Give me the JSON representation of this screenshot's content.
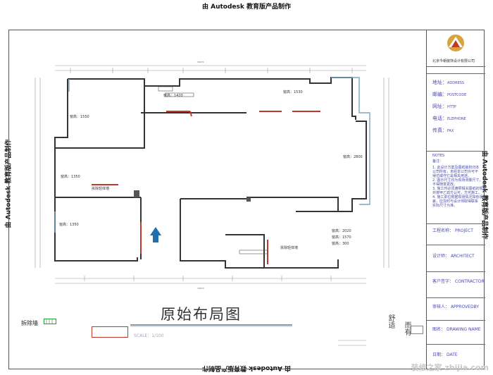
{
  "watermark": "由 Autodesk 教育版产品制作",
  "title_block": {
    "company": "北京今朝装饰设计有限公司",
    "address_label": "地址：",
    "address_en": "ADDRESS",
    "postcode_label": "邮编：",
    "postcode_en": "POSTCODE",
    "website_label": "网址：",
    "website_en": "HTTP",
    "phone_label": "电话：",
    "phone_en": "ELEPHONE",
    "fax_label": "传真：",
    "fax_en": "FAX",
    "notes_en": "NOTES",
    "notes_cn": "备注：",
    "notes_lines": [
      "1. 此设计方案及图纸版权归本",
      "公司所有，未经本公司许可不",
      "得仿或作它是相关用途。",
      "2. 图示尺寸均为现场测量尺寸，",
      "不得随意更改。",
      "3. 施工时必须遵照相关图纸的规范",
      "并按甲乙双方认可，方可施工。",
      "4. 施工单位根据现场情况如有误",
      "差，应及时与设计师取得联系",
      "实际尺寸为准。"
    ],
    "rows": [
      {
        "cn": "工程名称：",
        "en": "PROJECT"
      },
      {
        "cn": "设计师：",
        "en": "ARCHITECT"
      },
      {
        "cn": "客户签字：",
        "en": "CONTRACTOR"
      },
      {
        "cn": "审核人：",
        "en": "APPROVEDBY"
      },
      {
        "cn": "图名：",
        "en": "DRAWING NAME"
      },
      {
        "cn": "日期：",
        "en": "DATE"
      }
    ]
  },
  "plan": {
    "title": "原始布局图",
    "scale": "SCALE：1/100",
    "legend_label": "拆除墙",
    "poem_1": "舒适",
    "poem_2": "而有",
    "rooms": [
      "窗高：1420",
      "窗高：1530",
      "窗高：1550",
      "窗高：2800",
      "窗高：1350",
      "窗高：1350",
      "窗高：2020",
      "窗高：1570",
      "窗高：300"
    ],
    "demolish_1": "拆除轻体墙",
    "demolish_2": "拆除轻体墙"
  },
  "site": "装修之家 zhijia.com"
}
